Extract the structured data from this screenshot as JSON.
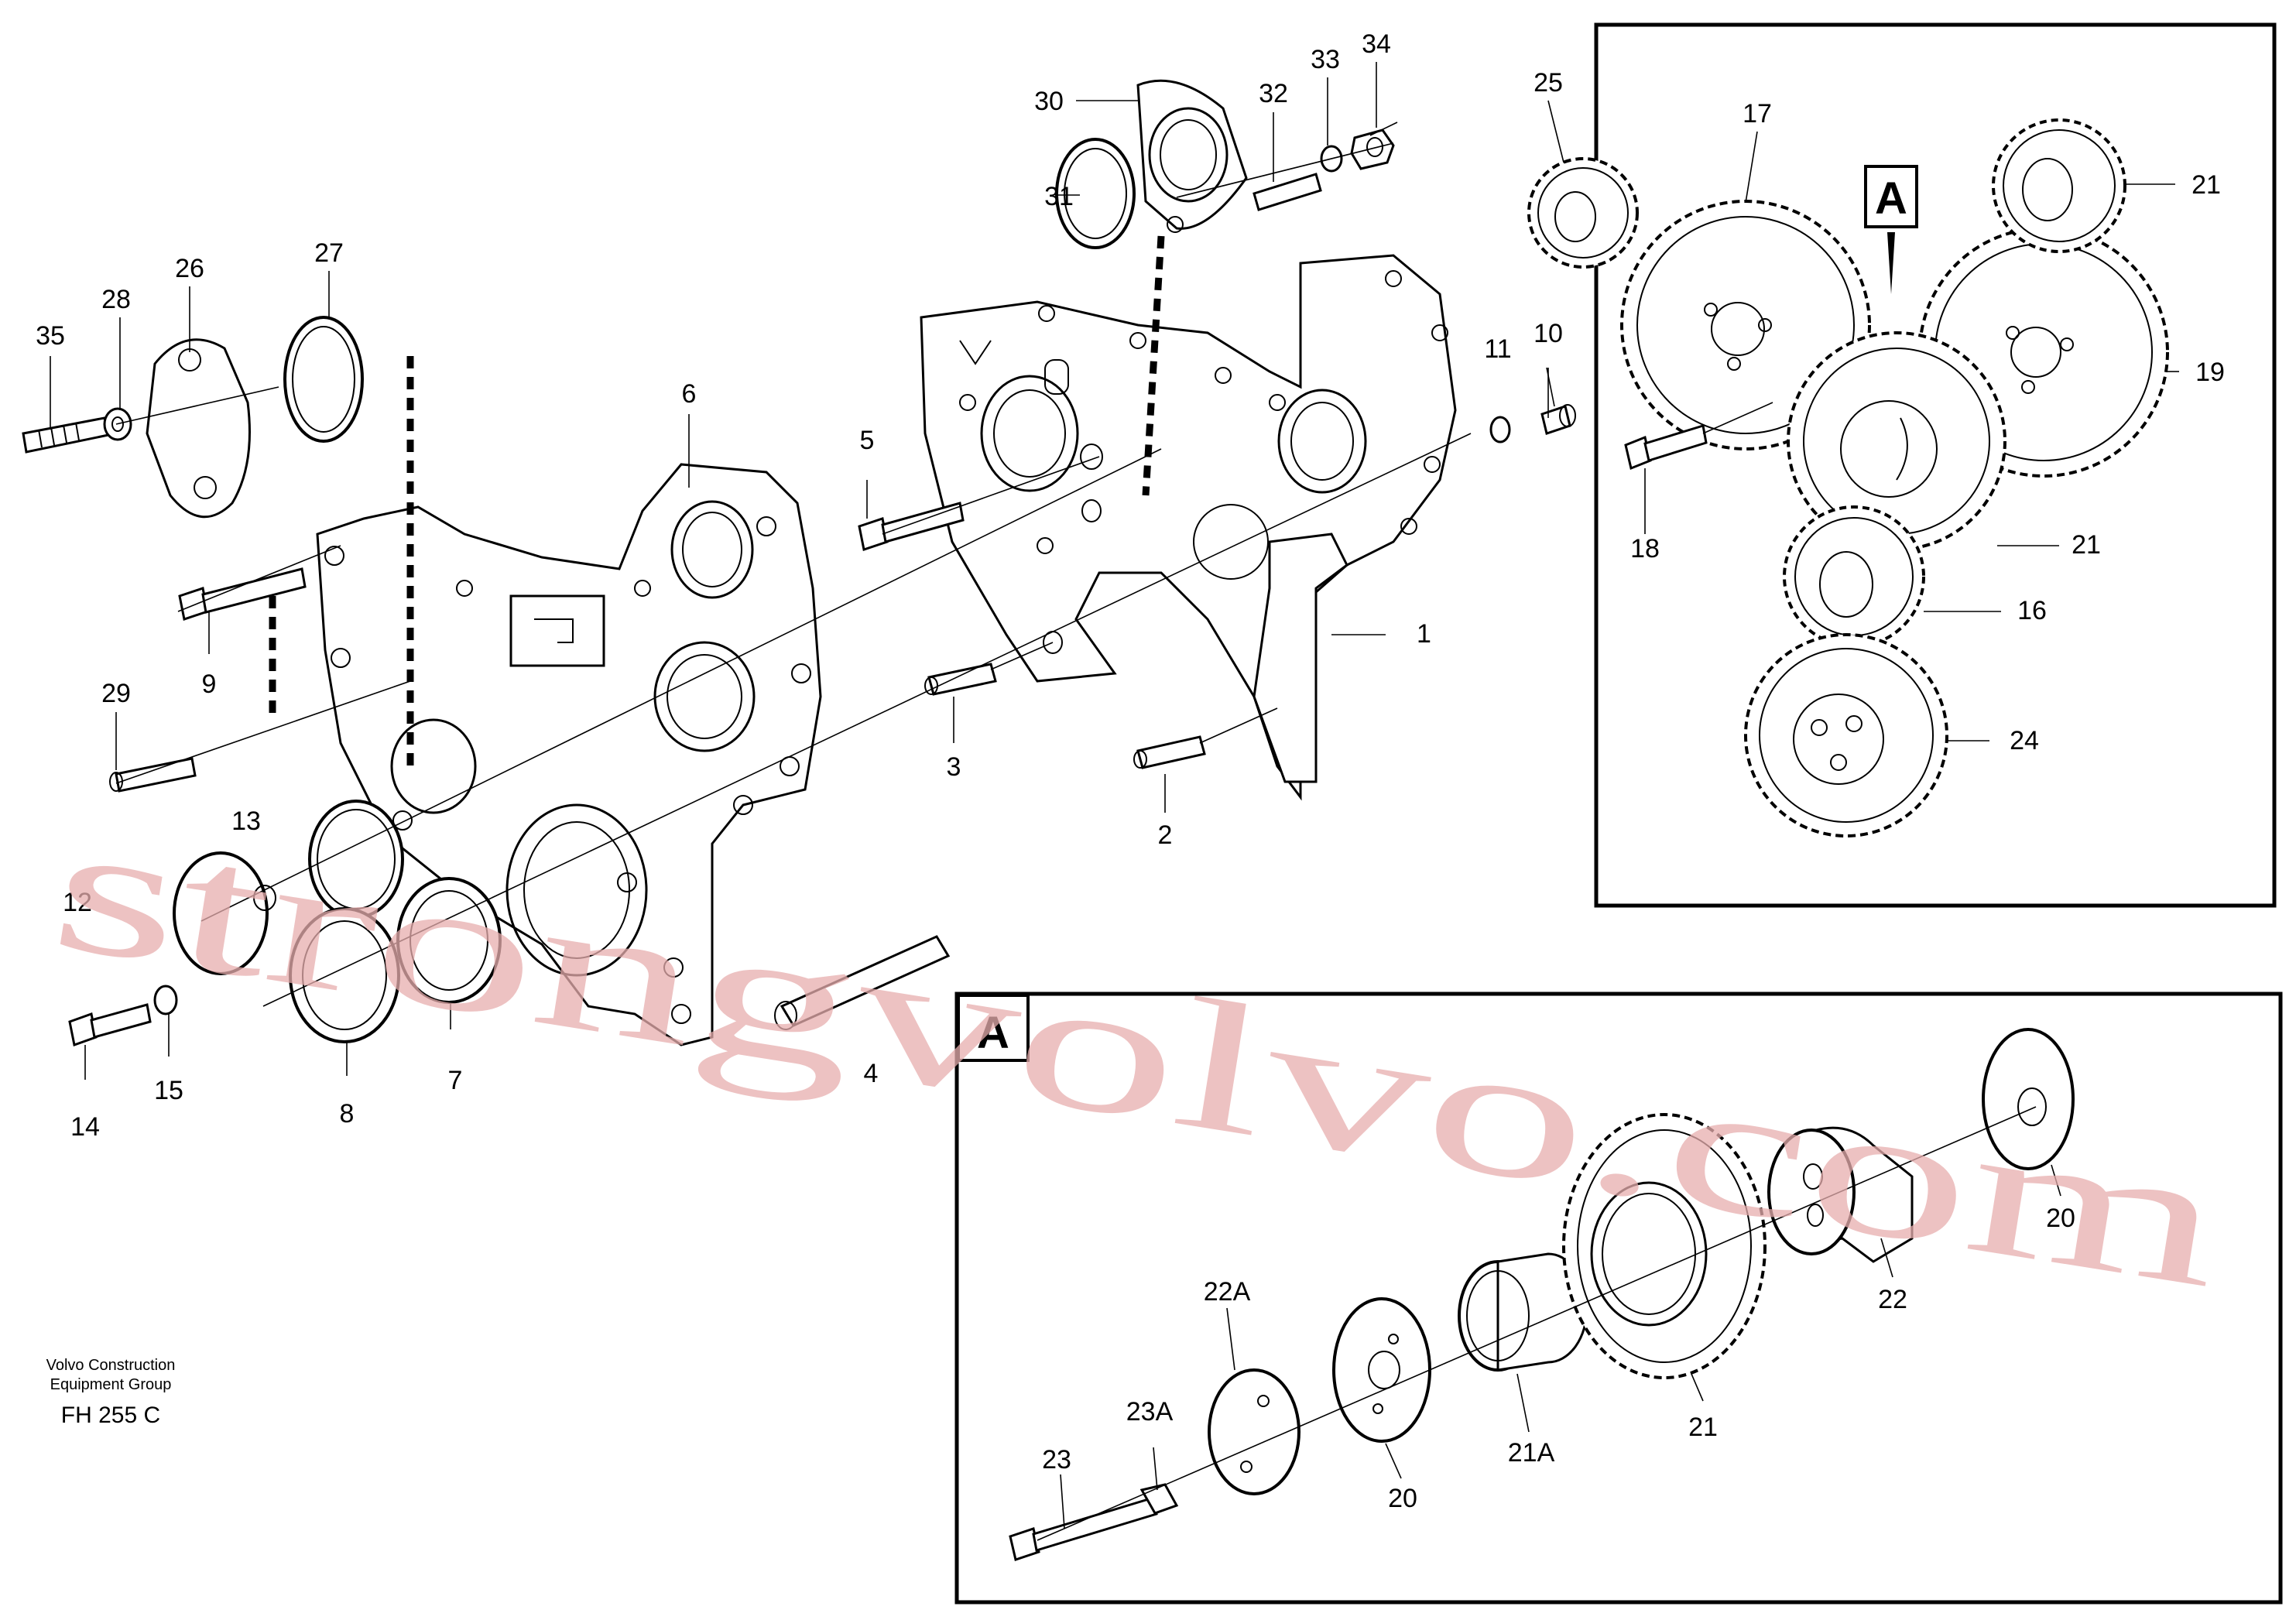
{
  "watermark": "strongvolvo.com",
  "credit": {
    "line1": "Volvo Construction",
    "line2": "Equipment Group",
    "code": "FH 255 C"
  },
  "detail": {
    "top_letter": "A",
    "bottom_letter": "A"
  },
  "labels": {
    "l1": "1",
    "l2": "2",
    "l3": "3",
    "l4": "4",
    "l5": "5",
    "l6": "6",
    "l7": "7",
    "l8": "8",
    "l9": "9",
    "l10": "10",
    "l11": "11",
    "l12": "12",
    "l13": "13",
    "l14": "14",
    "l15": "15",
    "l16": "16",
    "l17": "17",
    "l18": "18",
    "l19": "19",
    "l21a": "21",
    "l21b": "21",
    "l21c": "21",
    "l24": "24",
    "l25": "25",
    "l26": "26",
    "l27": "27",
    "l28": "28",
    "l29": "29",
    "l30": "30",
    "l31": "31",
    "l32": "32",
    "l33": "33",
    "l34": "34",
    "l35": "35",
    "l20a": "20",
    "l20b": "20",
    "l21A": "21A",
    "l22": "22",
    "l22A": "22A",
    "l23": "23",
    "l23A": "23A"
  }
}
